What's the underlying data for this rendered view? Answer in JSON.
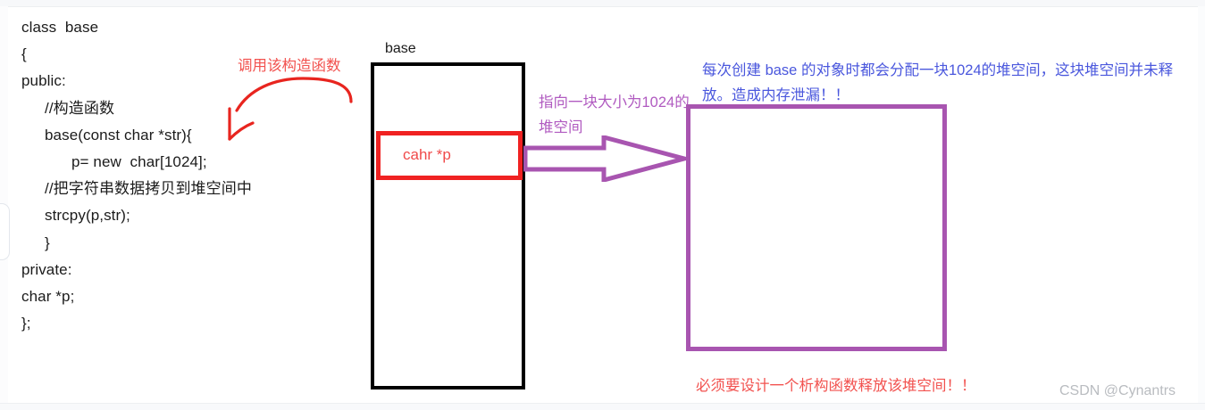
{
  "code": {
    "lines": [
      {
        "text": "class  base",
        "indent": 0
      },
      {
        "text": "{",
        "indent": 0
      },
      {
        "text": "public:",
        "indent": 0
      },
      {
        "text": "//构造函数",
        "indent": 1
      },
      {
        "text": "base(const char *str){",
        "indent": 1
      },
      {
        "text": "p= new  char[1024];",
        "indent": 2
      },
      {
        "text": "//把字符串数据拷贝到堆空间中",
        "indent": 1
      },
      {
        "text": "strcpy(p,str);",
        "indent": 1
      },
      {
        "text": "}",
        "indent": 1
      },
      {
        "text": "private:",
        "indent": 0
      },
      {
        "text": "char *p;",
        "indent": 0
      },
      {
        "text": "};",
        "indent": 0
      }
    ]
  },
  "diagram": {
    "object_box_label": "base",
    "member_slot_label": "cahr *p",
    "pointer_note": "指向一块大小为1024的堆空间",
    "heap_box_label": ""
  },
  "annotations": {
    "red_top": "调用该构造函数",
    "red_bottom": "必须要设计一个析构函数释放该堆空间！！",
    "blue_note": "每次创建 base 的对象时都会分配一块1024的堆空间，这块堆空间并未释放。造成内存泄漏！！"
  },
  "watermark": {
    "text": "CSDN @Cynantrs"
  },
  "colors": {
    "object_box_border": "#000000",
    "member_slot_border": "#f02222",
    "member_slot_text": "#f04a4a",
    "heap_box_border": "#a855b0",
    "pointer_purple": "#b05ac0",
    "note_blue": "#4a57dd",
    "note_red": "#f2524f",
    "code_text": "#1b1b1b",
    "watermark_gray": "#b9bcc0",
    "page_background": "#ffffff"
  }
}
